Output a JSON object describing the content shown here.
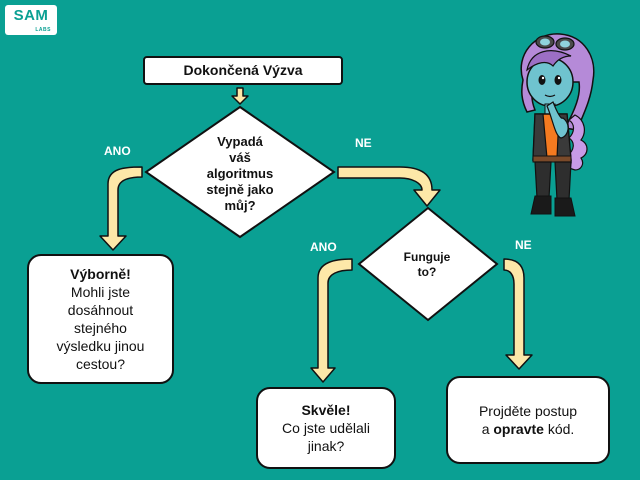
{
  "logo": {
    "main": "SAM",
    "sub": "LABS"
  },
  "flow": {
    "start": "Dokončená Výzva",
    "q1": [
      "Vypadá",
      "váš",
      "algoritmus",
      "stejně jako",
      "můj?"
    ],
    "q2": [
      "Funguje",
      "to?"
    ],
    "labels": {
      "q1_yes": "ANO",
      "q1_no": "NE",
      "q2_yes": "ANO",
      "q2_no": "NE"
    },
    "r1": {
      "title": "Výborně!",
      "lines": [
        "Mohli jste",
        "dosáhnout",
        "stejného",
        "výsledku jinou",
        "cestou?"
      ]
    },
    "r2": {
      "title": "Skvěle!",
      "lines": [
        "Co jste udělali",
        "jinak?"
      ]
    },
    "r3": {
      "line1": "Projděte postup",
      "line2_pre": "a ",
      "line2_bold": "opravte",
      "line2_post": " kód."
    }
  },
  "colors": {
    "background": "#0aa093",
    "arrow_fill": "#fde8a8",
    "outline": "#111111",
    "box_fill": "#ffffff"
  }
}
